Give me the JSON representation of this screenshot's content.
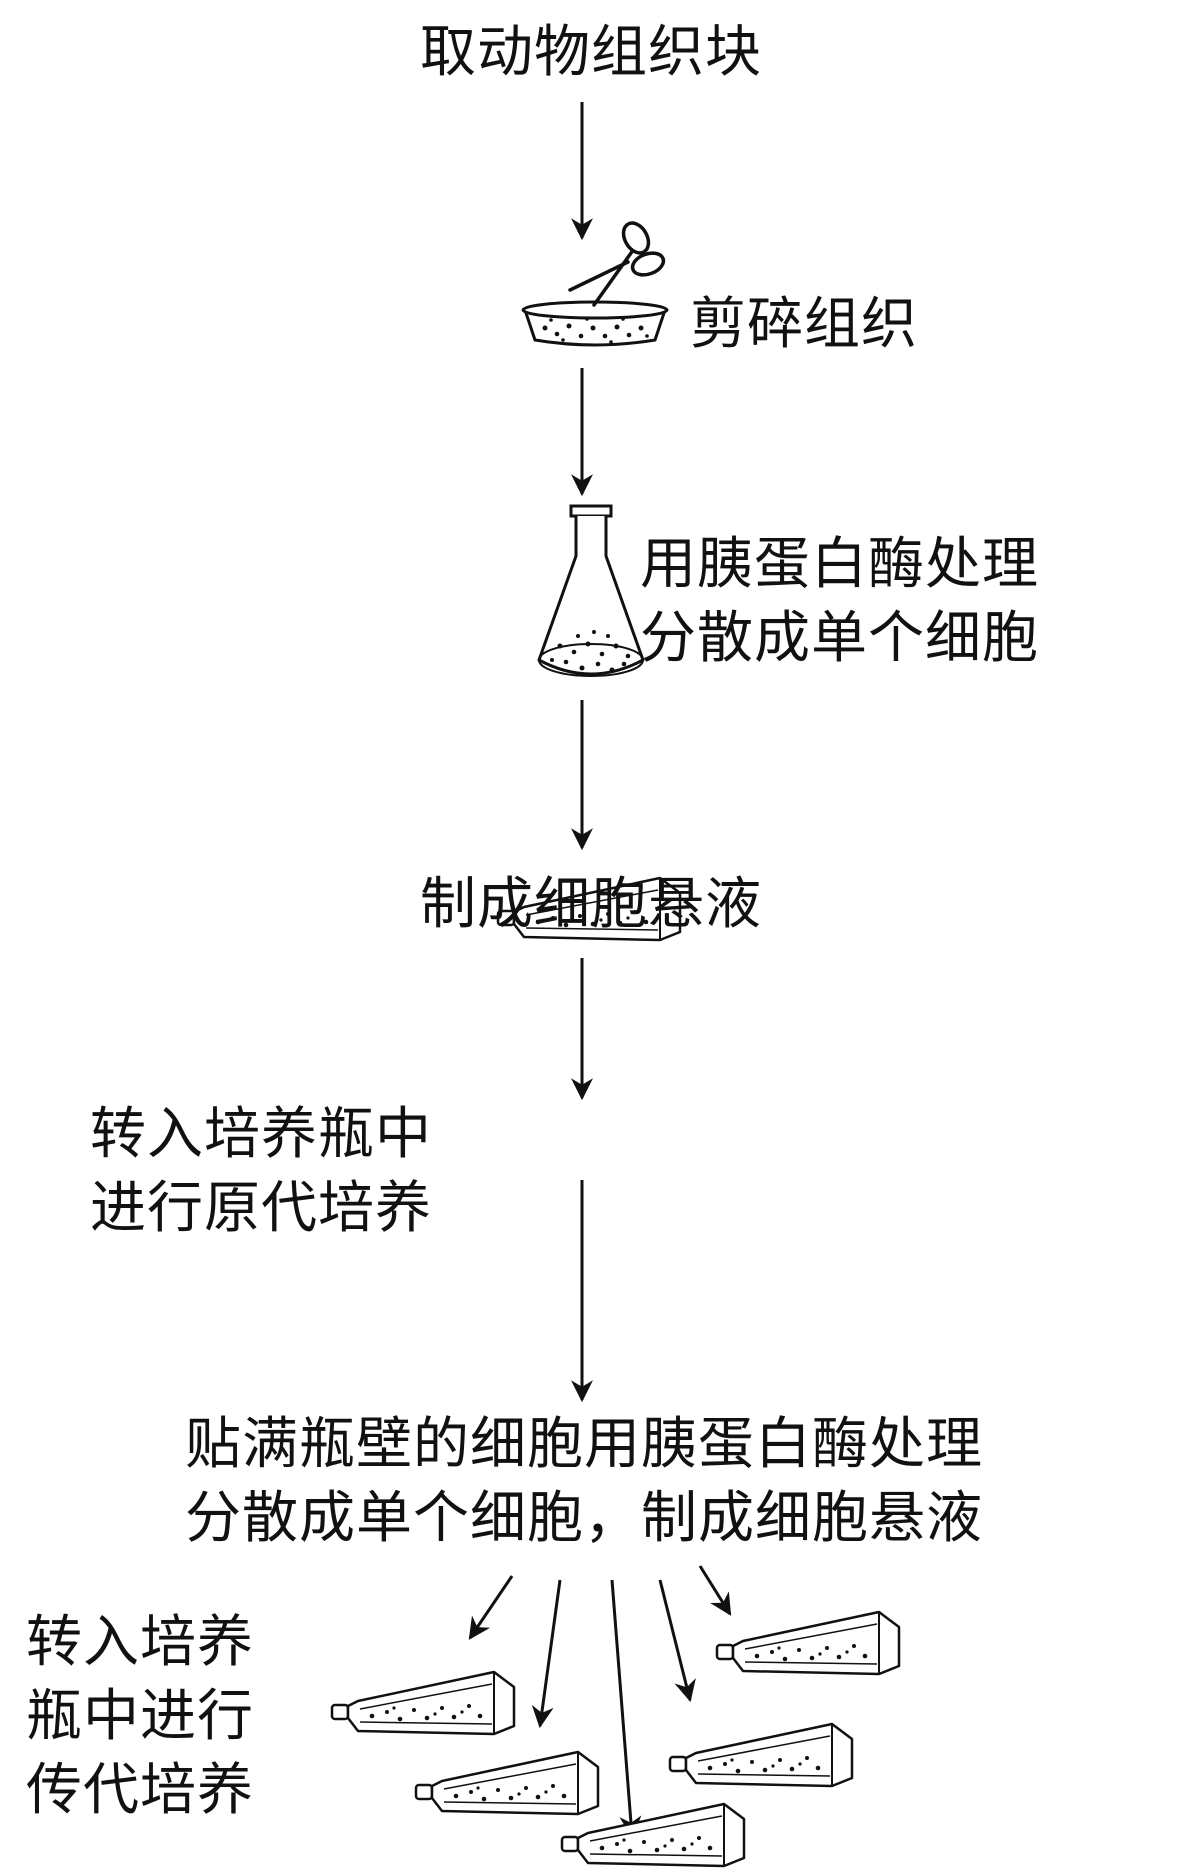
{
  "steps": [
    {
      "id": "take-tissue",
      "lines": [
        "取动物组织块"
      ]
    },
    {
      "id": "mince-tissue",
      "lines": [
        "剪碎组织"
      ]
    },
    {
      "id": "trypsin-treatment",
      "lines": [
        "用胰蛋白酶处理",
        "分散成单个细胞"
      ]
    },
    {
      "id": "make-suspension",
      "lines": [
        "制成细胞悬液"
      ]
    },
    {
      "id": "primary-culture",
      "lines": [
        "转入培养瓶中",
        "进行原代培养"
      ]
    },
    {
      "id": "passage-prep",
      "lines": [
        "贴满瓶壁的细胞用胰蛋白酶处理",
        "分散成单个细胞，制成细胞悬液"
      ]
    },
    {
      "id": "subculture",
      "lines": [
        "转入培养",
        "瓶中进行",
        "传代培养"
      ]
    }
  ],
  "colors": {
    "ink": "#111111",
    "background": "#ffffff"
  },
  "icons": [
    "scissors-icon",
    "petri-dish-icon",
    "conical-flask-icon",
    "culture-flask-icon"
  ]
}
